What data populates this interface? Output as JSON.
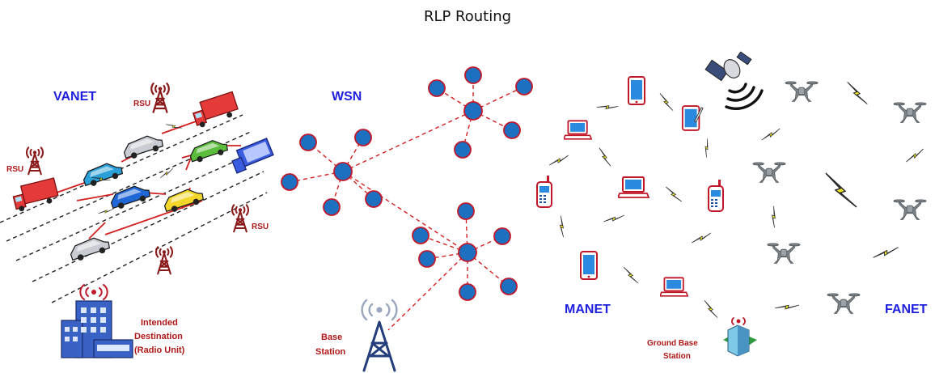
{
  "title": "RLP Routing",
  "labels": {
    "vanet": "VANET",
    "wsn": "WSN",
    "manet": "MANET",
    "fanet": "FANET",
    "rsu": "RSU",
    "intended_1": "Intended",
    "intended_2": "Destination",
    "intended_3": "(Radio Unit)",
    "base_1": "Base",
    "base_2": "Station",
    "ground_1": "Ground Base",
    "ground_2": "Station"
  },
  "colors": {
    "node_fill": "#1d6fc0",
    "node_stroke": "#c0182a",
    "link_red": "#d32020",
    "bolt_yellow": "#f4ea1c",
    "label_blue": "#1f1fe0",
    "label_red": "#b01818",
    "tower": "#8b1a1a",
    "drone": "#7e868c"
  },
  "icons": [
    "rsu-tower-icon",
    "truck-icon",
    "car-icon",
    "building-icon",
    "base-station-tower-icon",
    "satellite-icon",
    "phone-icon",
    "laptop-icon",
    "tablet-icon",
    "walkie-talkie-icon",
    "drone-icon",
    "ground-station-icon",
    "lightning-bolt-icon"
  ]
}
